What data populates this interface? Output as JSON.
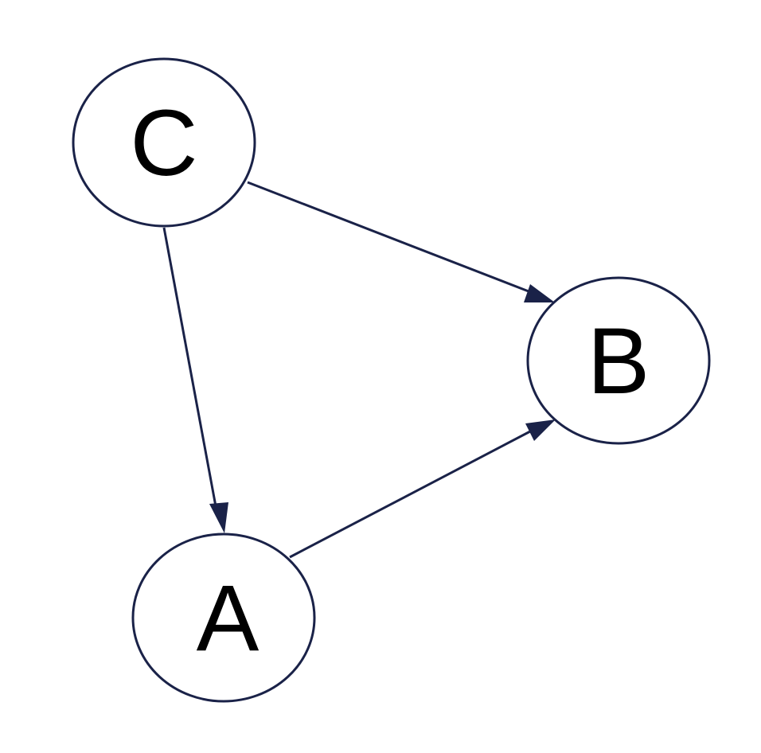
{
  "colors": {
    "stroke": "#1a2248",
    "node_fill": "#ffffff",
    "label": "#000000",
    "background": "#ffffff"
  },
  "nodes": [
    {
      "id": "C",
      "label": "C"
    },
    {
      "id": "B",
      "label": "B"
    },
    {
      "id": "A",
      "label": "A"
    }
  ],
  "edges": [
    {
      "from": "C",
      "to": "B"
    },
    {
      "from": "C",
      "to": "A"
    },
    {
      "from": "A",
      "to": "B"
    }
  ]
}
